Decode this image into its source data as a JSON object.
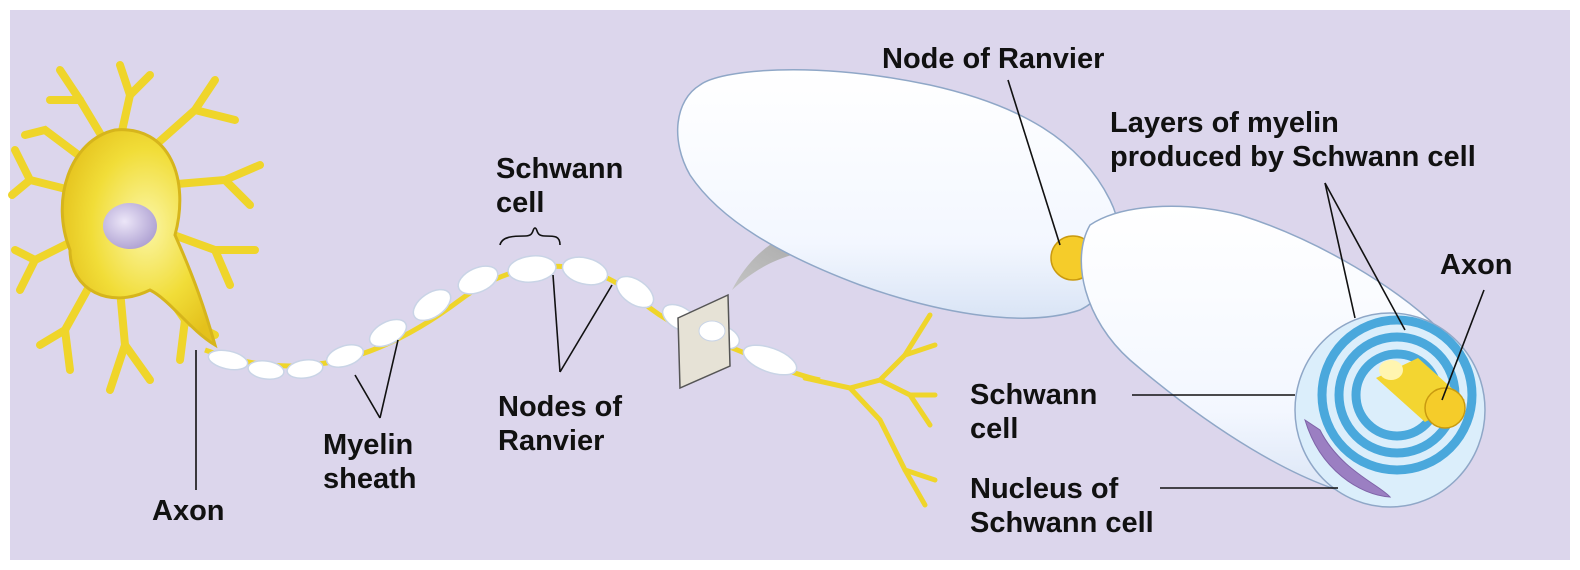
{
  "colors": {
    "background": "#dcd6ec",
    "neuron": "#f3e02e",
    "neuron_outline": "#c79d12",
    "myelin": "#ffffff",
    "myelin_layers": "#4aa8dc",
    "arrow": "#a4a4a4",
    "nucleus": "#9b7fc2"
  },
  "labels": {
    "axon_left": "Axon",
    "myelin_sheath": [
      "Myelin",
      "sheath"
    ],
    "schwann_cell_top": [
      "Schwann",
      "cell"
    ],
    "nodes_of_ranvier": [
      "Nodes of",
      "Ranvier"
    ],
    "node_of_ranvier": "Node of Ranvier",
    "layers_of_myelin": [
      "Layers of myelin",
      "produced by Schwann cell"
    ],
    "axon_right": "Axon",
    "schwann_cell_right": [
      "Schwann",
      "cell"
    ],
    "nucleus_of_schwann_cell": [
      "Nucleus of",
      "Schwann cell"
    ]
  }
}
